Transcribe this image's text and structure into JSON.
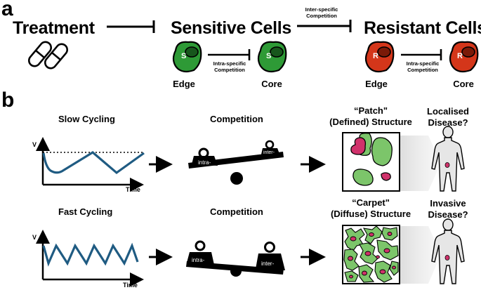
{
  "panel_a": {
    "label": "a",
    "treatment": "Treatment",
    "sensitive_title": "Sensitive Cells",
    "resistant_title": "Resistant Cells",
    "inter_specific": "Inter-specific\nCompetition",
    "intra_specific_1": "Intra-specific\nCompetition",
    "intra_specific_2": "Intra-specific\nCompetition",
    "sensitive_letter": "S",
    "resistant_letter": "R",
    "edge_1": "Edge",
    "core_1": "Core",
    "edge_2": "Edge",
    "core_2": "Core",
    "colors": {
      "sensitive": "#2e9a36",
      "resistant": "#d4361a"
    }
  },
  "panel_b": {
    "label": "b",
    "slow_cycling": "Slow Cycling",
    "fast_cycling": "Fast Cycling",
    "competition_1": "Competition",
    "competition_2": "Competition",
    "patch_quote": "“Patch\"",
    "patch_sub": "(Defined) Structure",
    "carpet_quote": "“Carpet\"",
    "carpet_sub": "(Diffuse) Structure",
    "localised": "Localised\nDisease?",
    "invasive": "Invasive\nDisease?",
    "axis_v_1": "V",
    "axis_v_2": "V",
    "axis_time_1": "Time",
    "axis_time_2": "Time",
    "weight_intra_1": "intra-",
    "weight_inter_1": "inter-",
    "weight_intra_2": "intra-",
    "weight_inter_2": "inter-",
    "colors": {
      "line": "#1f5b82",
      "pink": "#d0326b",
      "green": "#7cc56a"
    }
  }
}
